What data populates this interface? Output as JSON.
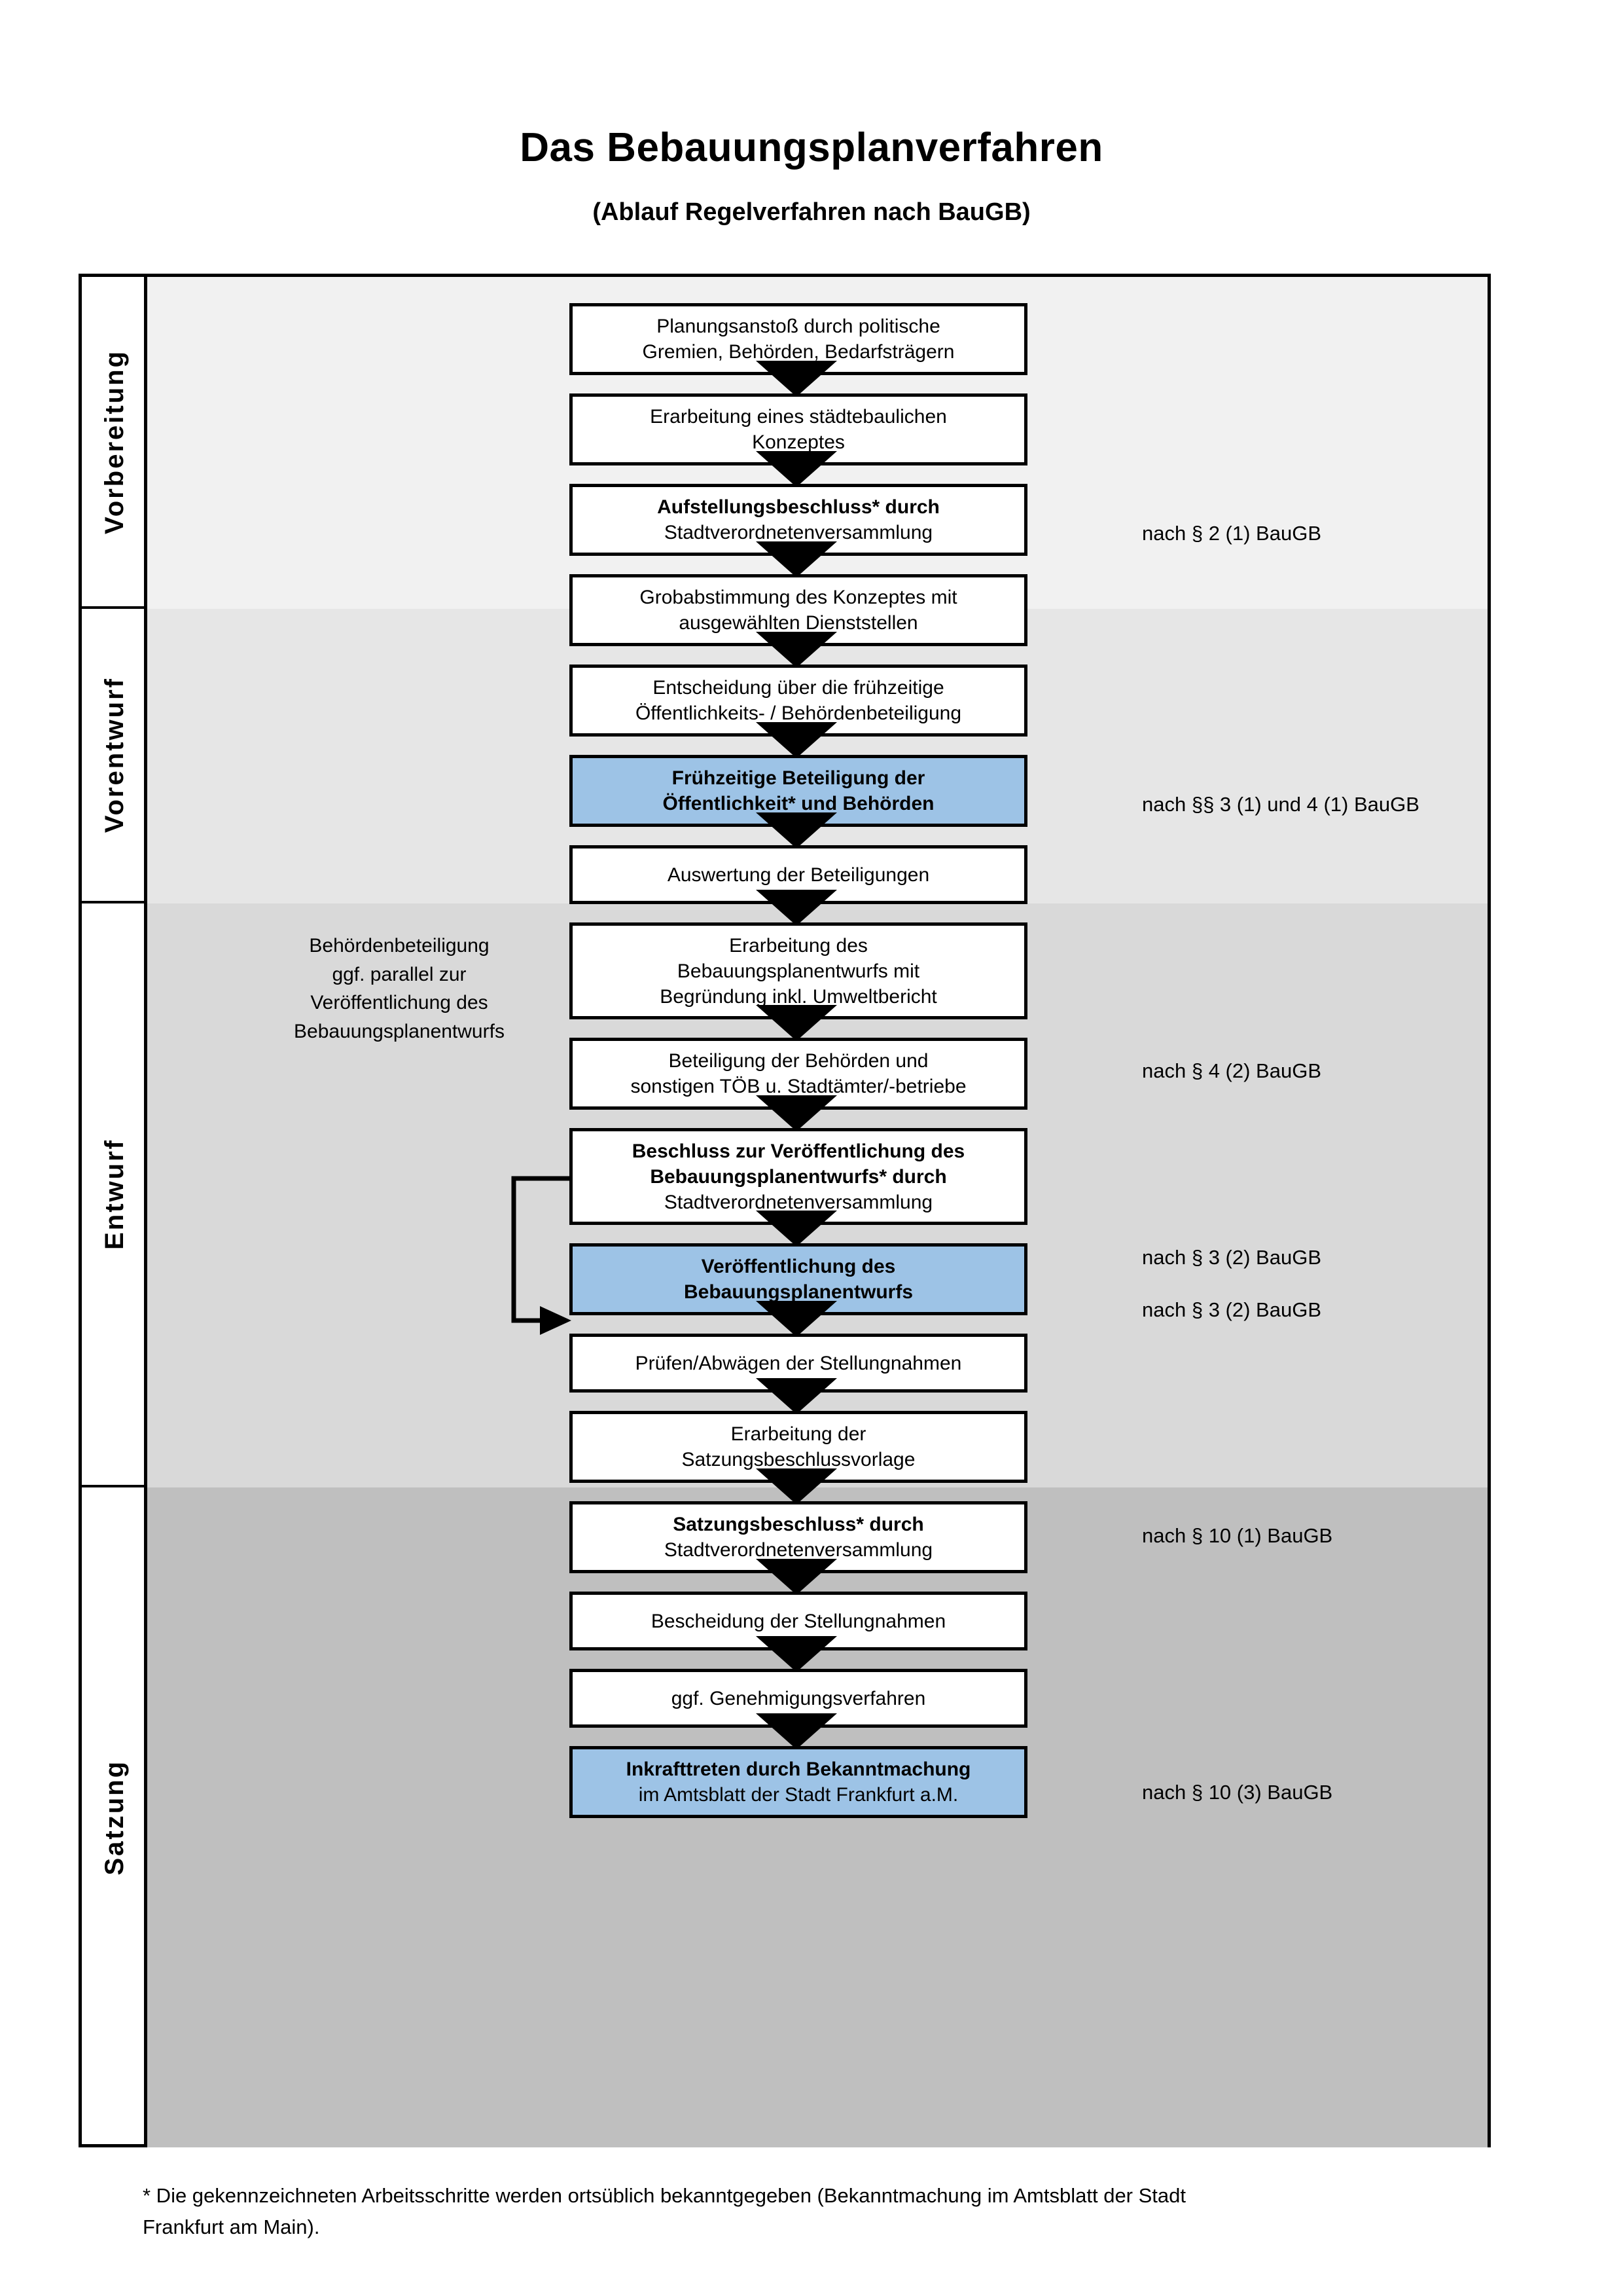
{
  "title": {
    "main": "Das Bebauungsplanverfahren",
    "sub": "(Ablauf Regelverfahren nach BauGB)"
  },
  "phases": [
    {
      "label": "Vorbereitung"
    },
    {
      "label": "Vorentwurf"
    },
    {
      "label": "Entwurf"
    },
    {
      "label": "Satzung"
    }
  ],
  "boxes": [
    {
      "line1": "Planungsanstoß durch politische",
      "line2": "Gremien, Behörden, Bedarfsträgern"
    },
    {
      "line1": "Erarbeitung eines städtebaulichen",
      "line2": "Konzeptes"
    },
    {
      "line1": "Aufstellungsbeschluss* durch",
      "line2": "Stadtverordnetenversammlung"
    },
    {
      "line1": "Grobabstimmung des Konzeptes mit",
      "line2": "ausgewählten Dienststellen"
    },
    {
      "line1": "Entscheidung über die frühzeitige",
      "line2": "Öffentlichkeits- / Behördenbeteiligung"
    },
    {
      "line1": "Frühzeitige Beteiligung der",
      "line2": "Öffentlichkeit* und Behörden"
    },
    {
      "line1": "Auswertung der Beteiligungen",
      "line2": ""
    },
    {
      "line1": "Erarbeitung des",
      "line2": "Bebauungsplanentwurfs mit",
      "line3": "Begründung inkl. Umweltbericht"
    },
    {
      "line1": "Beteiligung der Behörden und",
      "line2": "sonstigen TÖB u. Stadtämter/-betriebe"
    },
    {
      "line1": "Beschluss zur Veröffentlichung des",
      "line2": "Bebauungsplanentwurfs* durch",
      "line3": "Stadtverordnetenversammlung"
    },
    {
      "line1": "Veröffentlichung des",
      "line2": "Bebauungsplanentwurfs"
    },
    {
      "line1": "Prüfen/Abwägen der Stellungnahmen",
      "line2": ""
    },
    {
      "line1": "Erarbeitung der",
      "line2": "Satzungsbeschlussvorlage"
    },
    {
      "line1": "Satzungsbeschluss* durch",
      "line2": "Stadtverordnetenversammlung"
    },
    {
      "line1": "Bescheidung der Stellungnahmen",
      "line2": ""
    },
    {
      "line1": "ggf. Genehmigungsverfahren",
      "line2": ""
    },
    {
      "line1": "Inkrafttreten durch Bekanntmachung",
      "line2": "im Amtsblatt der Stadt Frankfurt a.M."
    }
  ],
  "legal_refs": [
    {
      "text": "nach § 2 (1) BauGB"
    },
    {
      "text": "nach §§ 3 (1) und 4 (1) BauGB"
    },
    {
      "text": "nach § 4 (2) BauGB"
    },
    {
      "text": "nach § 3 (2) BauGB"
    },
    {
      "text": "nach § 3 (2) BauGB"
    },
    {
      "text": "nach § 10 (1) BauGB"
    },
    {
      "text": "nach § 10 (3) BauGB"
    }
  ],
  "side_note": {
    "line1": "Behördenbeteiligung",
    "line2": "ggf. parallel zur",
    "line3": "Veröffentlichung des",
    "line4": "Bebauungsplanentwurfs"
  },
  "footnote": {
    "line1": "* Die gekennzeichneten Arbeitsschritte werden ortsüblich bekanntgegeben (Bekanntmachung im Amtsblatt  der Stadt",
    "line2": "Frankfurt am Main)."
  },
  "colors": {
    "highlight_blue": "#9DC3E6",
    "band_vorbereitung": "#F1F1F1",
    "band_vorentwurf": "#E6E6E6",
    "band_entwurf": "#D9D9D9",
    "band_satzung": "#BFBFBF",
    "frame": "#000000"
  }
}
